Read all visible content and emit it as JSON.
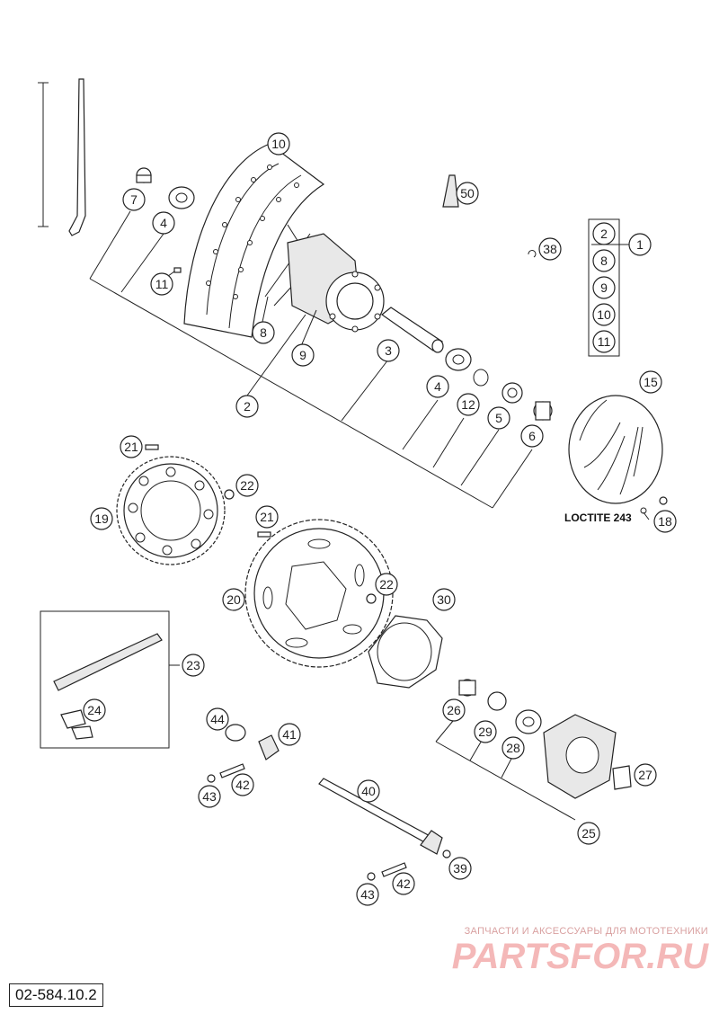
{
  "drawing_number": "02-584.10.2",
  "loctite_label": "LOCTITE 243",
  "watermark": {
    "line1": "ЗАПЧАСТИ И АКСЕССУАРЫ ДЛЯ МОТОТЕХНИКИ",
    "line2": "PARTSFOR.RU"
  },
  "callouts": {
    "c1": "1",
    "c2a": "2",
    "c2b": "2",
    "c3": "3",
    "c4a": "4",
    "c4b": "4",
    "c5": "5",
    "c6": "6",
    "c7": "7",
    "c8a": "8",
    "c8b": "8",
    "c9a": "9",
    "c9b": "9",
    "c10a": "10",
    "c10b": "10",
    "c11a": "11",
    "c11b": "11",
    "c12": "12",
    "c15": "15",
    "c18": "18",
    "c19": "19",
    "c20": "20",
    "c21a": "21",
    "c21b": "21",
    "c22a": "22",
    "c22b": "22",
    "c23": "23",
    "c24": "24",
    "c25": "25",
    "c26": "26",
    "c27": "27",
    "c28": "28",
    "c29": "29",
    "c30": "30",
    "c38": "38",
    "c39": "39",
    "c40": "40",
    "c41": "41",
    "c42a": "42",
    "c42b": "42",
    "c43a": "43",
    "c43b": "43",
    "c44": "44",
    "c50": "50"
  }
}
